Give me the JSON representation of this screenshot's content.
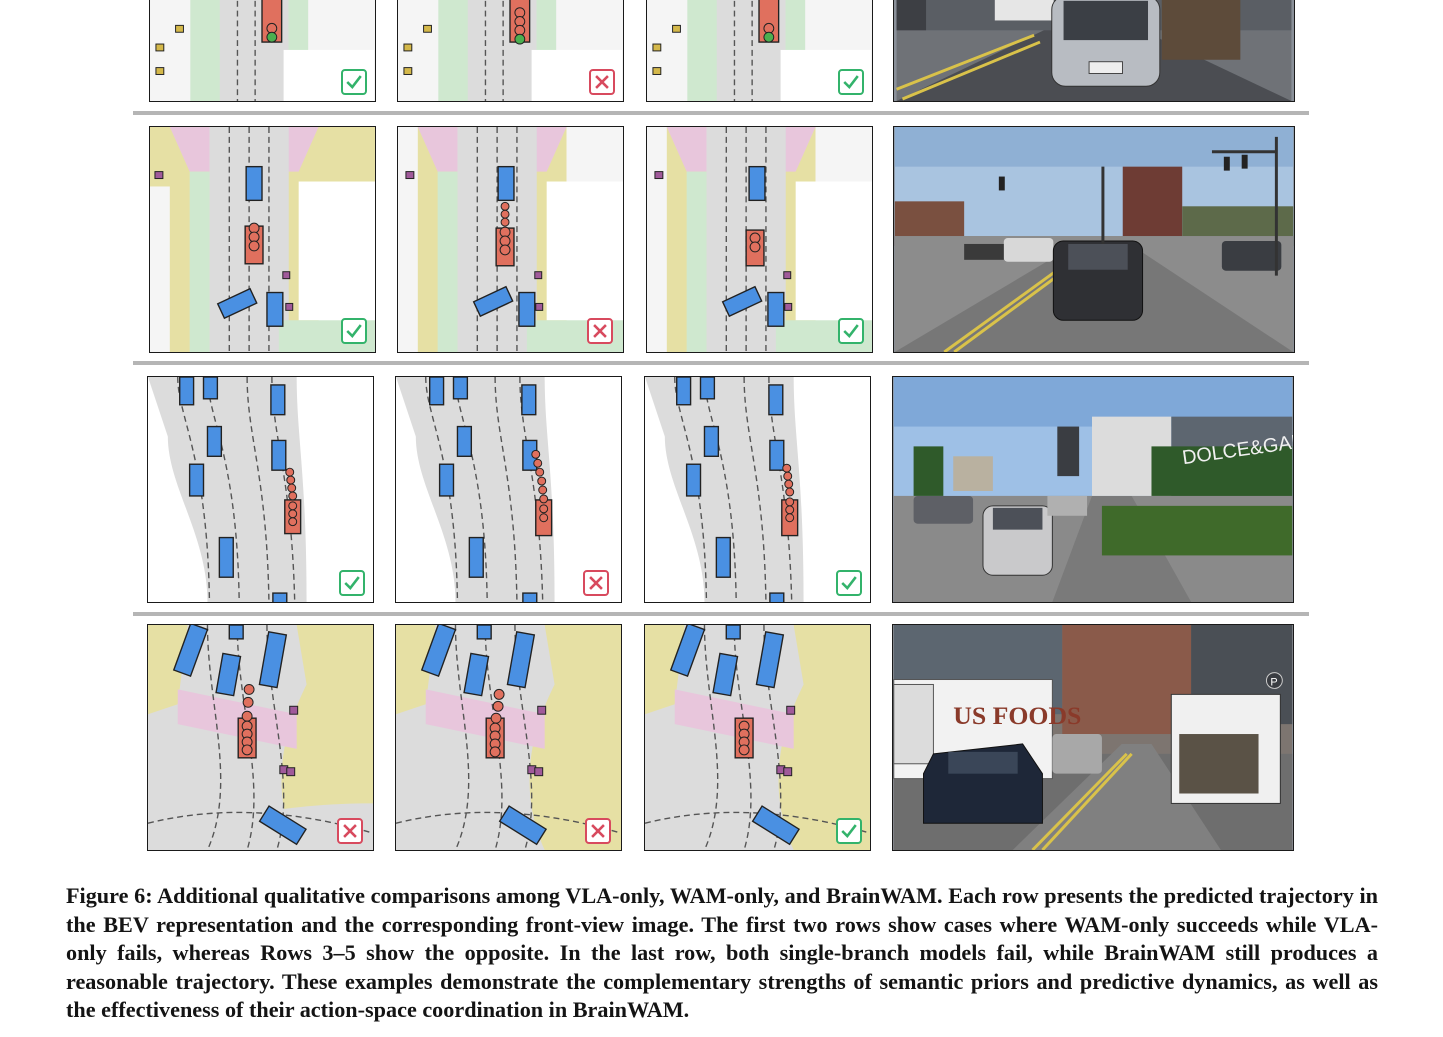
{
  "figure": {
    "caption": "Figure 6: Additional qualitative comparisons among VLA-only, WAM-only, and BrainWAM. Each row presents the predicted trajectory in the BEV representation and the corresponding front-view image. The first two rows show cases where WAM-only succeeds while VLA-only fails, whereas Rows 3–5 show the opposite. In the last row, both single-branch models fail, while BrainWAM still produces a reasonable trajectory. These examples demonstrate the complementary strengths of semantic priors and predictive dynamics, as well as the effectiveness of their action-space coordination in BrainWAM."
  },
  "rows": [
    {
      "id": "row-1",
      "outcomes": [
        "success",
        "fail",
        "success"
      ]
    },
    {
      "id": "row-2",
      "outcomes": [
        "success",
        "fail",
        "success"
      ]
    },
    {
      "id": "row-3",
      "outcomes": [
        "success",
        "fail",
        "success"
      ]
    },
    {
      "id": "row-4",
      "outcomes": [
        "fail",
        "fail",
        "success"
      ]
    }
  ],
  "photo_text": {
    "row3_sign": "DOLCE&GABB",
    "row4_truck": "US FOODS",
    "row4_parking": "P"
  },
  "colors": {
    "road": "#dcdcdc",
    "sidewalk_green": "#cfe8cf",
    "crosswalk_pink": "#e8c6dc",
    "yellow_area": "#e6e0a4",
    "ego": "#e0705e",
    "agent": "#4a90e2",
    "success": "#33b36b",
    "fail": "#d84a5e"
  }
}
